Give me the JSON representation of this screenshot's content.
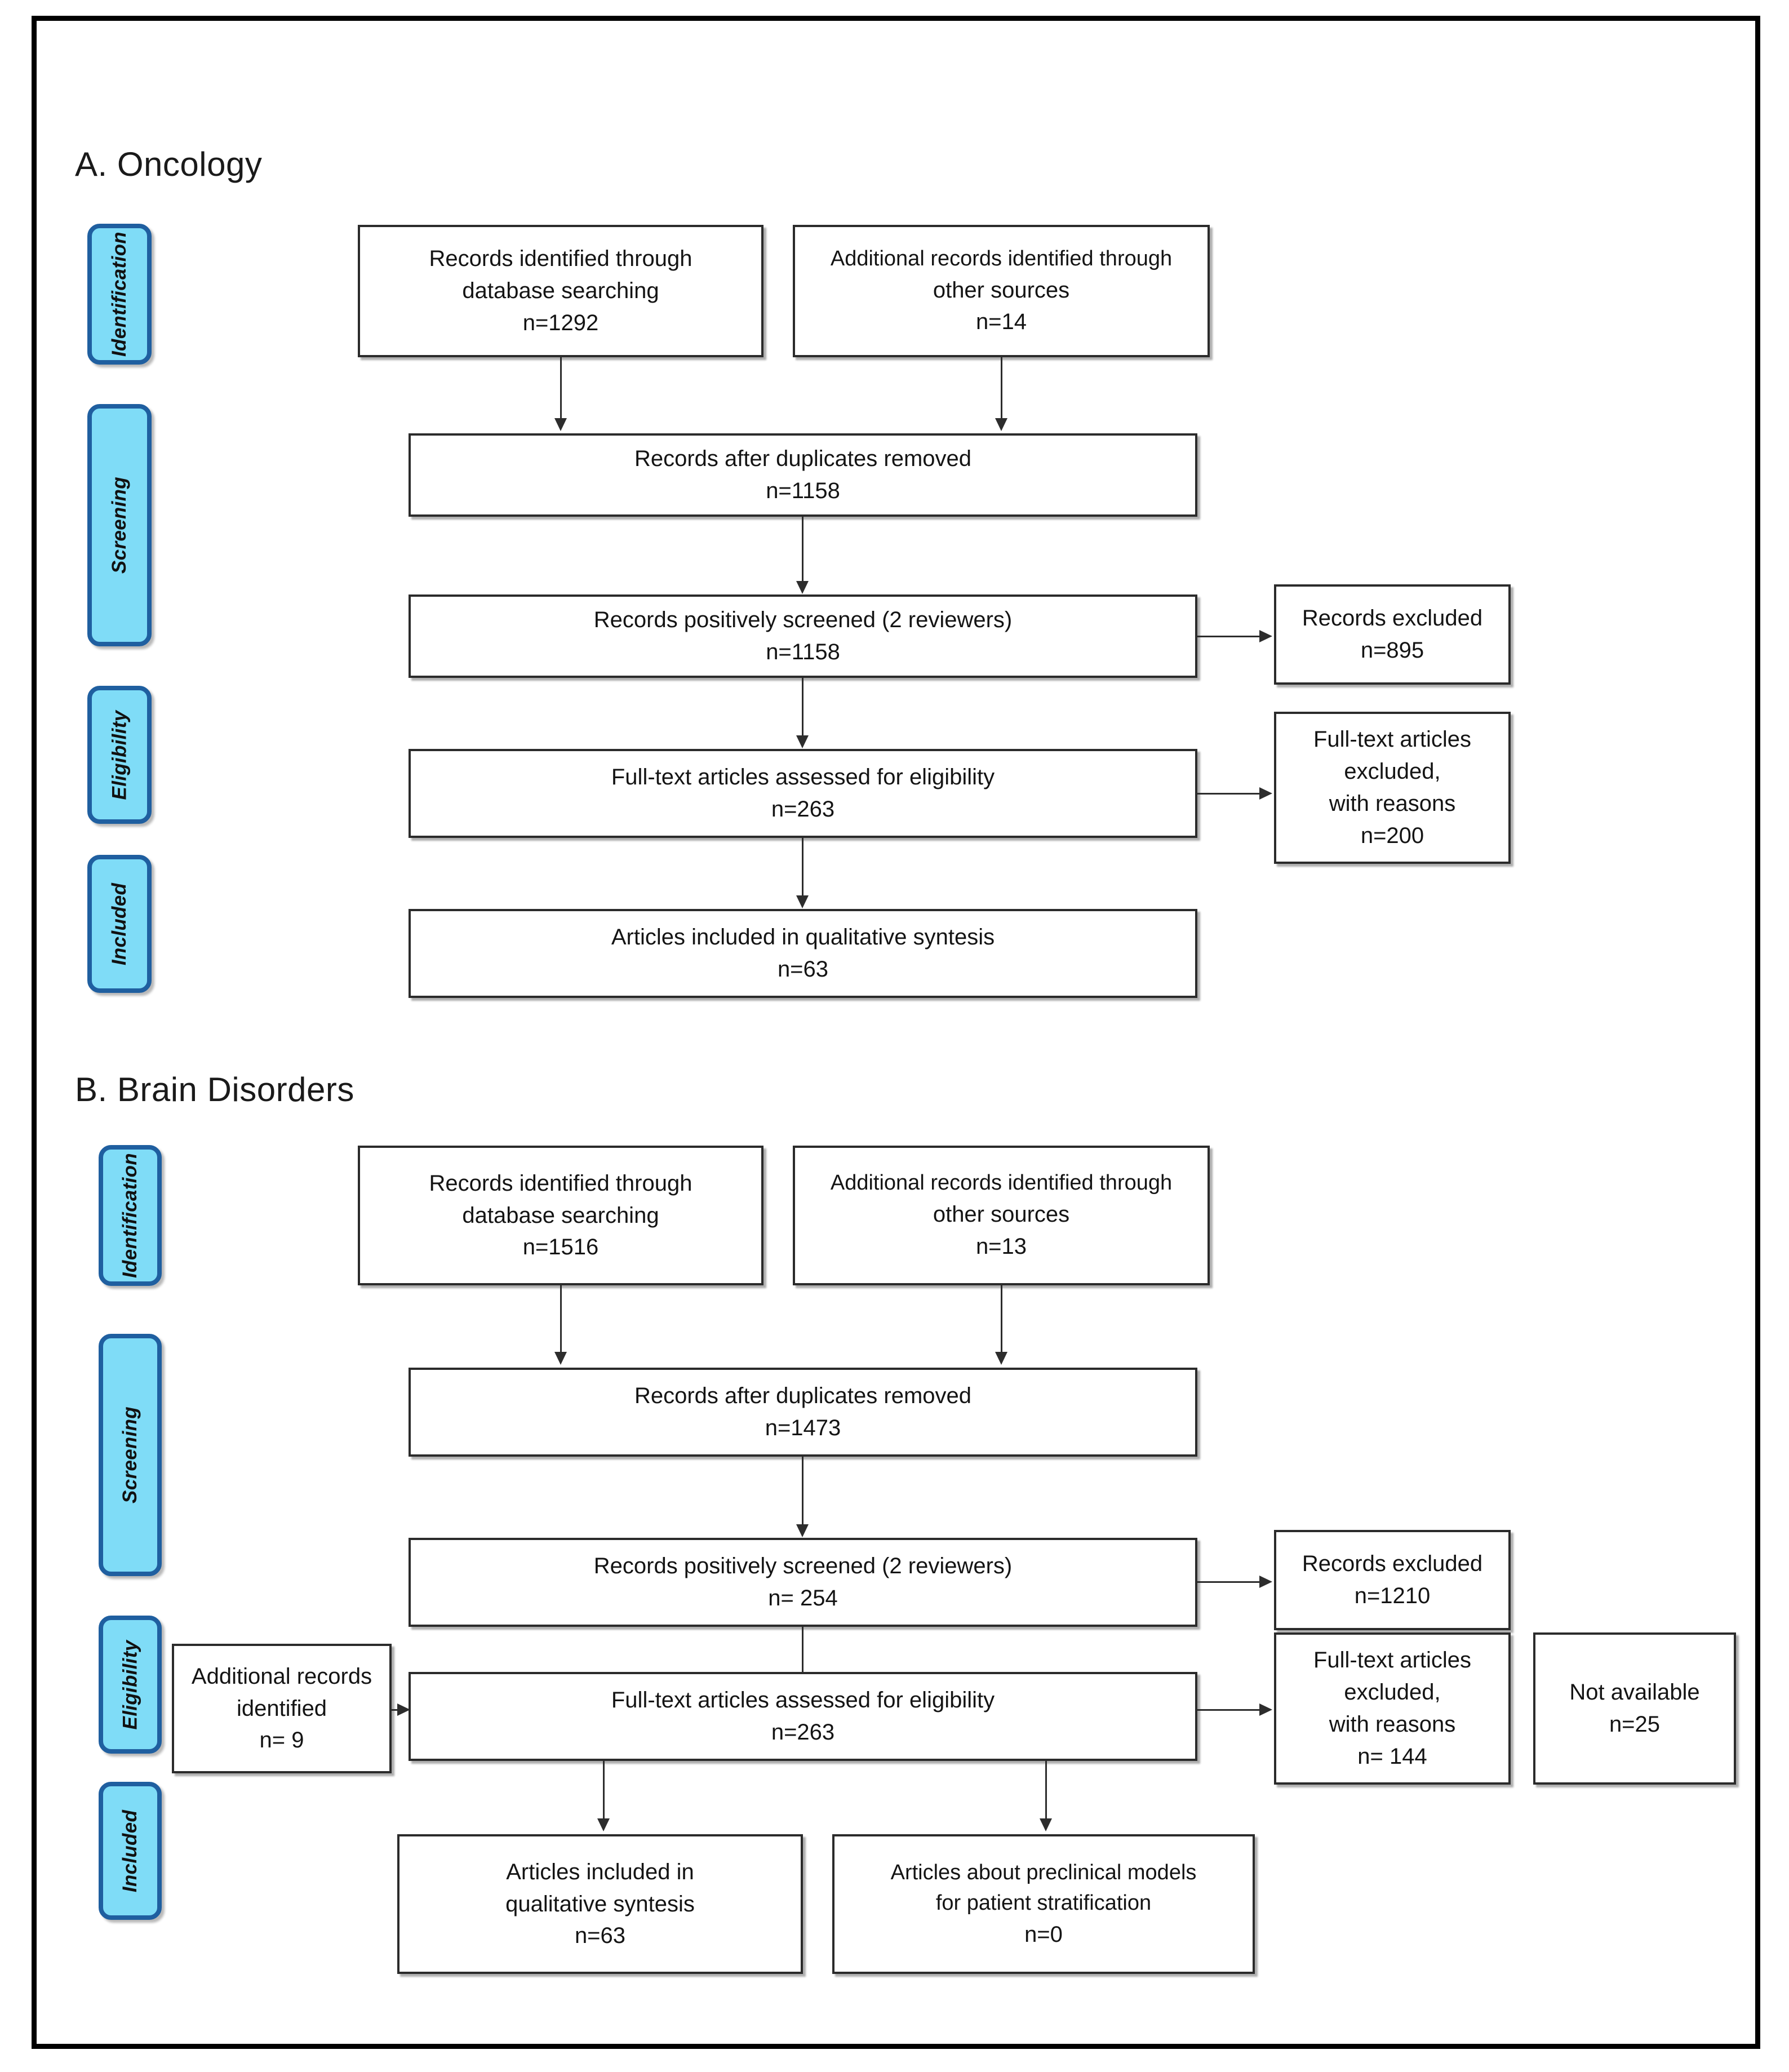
{
  "figure": {
    "type": "prisma-flow-diagram",
    "panels": [
      {
        "id": "panel-a",
        "title": "A. Oncology",
        "stages": [
          "Identification",
          "Screening",
          "Eligibility",
          "Included"
        ],
        "boxes": {
          "records_db": {
            "lines": [
              "Records identified through",
              "database searching",
              "n=1292"
            ],
            "n": 1292
          },
          "records_other": {
            "lines": [
              "Additional records identified through",
              "other sources",
              "n=14"
            ],
            "n": 14
          },
          "after_duplicates": {
            "lines": [
              "Records after duplicates removed",
              "n=1158"
            ],
            "n": 1158
          },
          "screened": {
            "lines": [
              "Records positively screened (2 reviewers)",
              "n=1158"
            ],
            "n": 1158
          },
          "records_excluded": {
            "lines": [
              "Records excluded",
              "n=895"
            ],
            "n": 895
          },
          "fulltext_assessed": {
            "lines": [
              "Full-text articles assessed for eligibility",
              "n=263"
            ],
            "n": 263
          },
          "fulltext_excluded": {
            "lines": [
              "Full-text articles",
              "excluded,",
              "with reasons",
              "n=200"
            ],
            "n": 200
          },
          "included_qualitative": {
            "lines": [
              "Articles included in qualitative syntesis",
              "n=63"
            ],
            "n": 63
          }
        }
      },
      {
        "id": "panel-b",
        "title": "B. Brain Disorders",
        "stages": [
          "Identification",
          "Screening",
          "Eligibility",
          "Included"
        ],
        "boxes": {
          "records_db": {
            "lines": [
              "Records identified through",
              "database searching",
              "n=1516"
            ],
            "n": 1516
          },
          "records_other": {
            "lines": [
              "Additional records identified through",
              "other sources",
              "n=13"
            ],
            "n": 13
          },
          "after_duplicates": {
            "lines": [
              "Records after duplicates removed",
              "n=1473"
            ],
            "n": 1473
          },
          "screened": {
            "lines": [
              "Records positively screened (2 reviewers)",
              "n= 254"
            ],
            "n": 254
          },
          "records_excluded": {
            "lines": [
              "Records excluded",
              "n=1210"
            ],
            "n": 1210
          },
          "additional_identified": {
            "lines": [
              "Additional records",
              "identified",
              "n= 9"
            ],
            "n": 9
          },
          "fulltext_assessed": {
            "lines": [
              "Full-text articles assessed for eligibility",
              "n=263"
            ],
            "n": 263
          },
          "fulltext_excluded": {
            "lines": [
              "Full-text articles",
              "excluded,",
              "with reasons",
              "n= 144"
            ],
            "n": 144
          },
          "not_available": {
            "lines": [
              "Not available",
              "n=25"
            ],
            "n": 25
          },
          "included_qualitative": {
            "lines": [
              "Articles included in",
              "qualitative syntesis",
              "n=63"
            ],
            "n": 63
          },
          "preclinical_models": {
            "lines": [
              "Articles about preclinical models",
              "for patient stratification",
              "n=0"
            ],
            "n": 0
          }
        }
      }
    ],
    "colors": {
      "stage_fill": "#7fdcf7",
      "stage_border": "#1f5fa0",
      "box_border": "#2b2b2b",
      "connector": "#2d2d2d",
      "frame": "#000000",
      "background": "#ffffff",
      "text": "#141414"
    }
  }
}
